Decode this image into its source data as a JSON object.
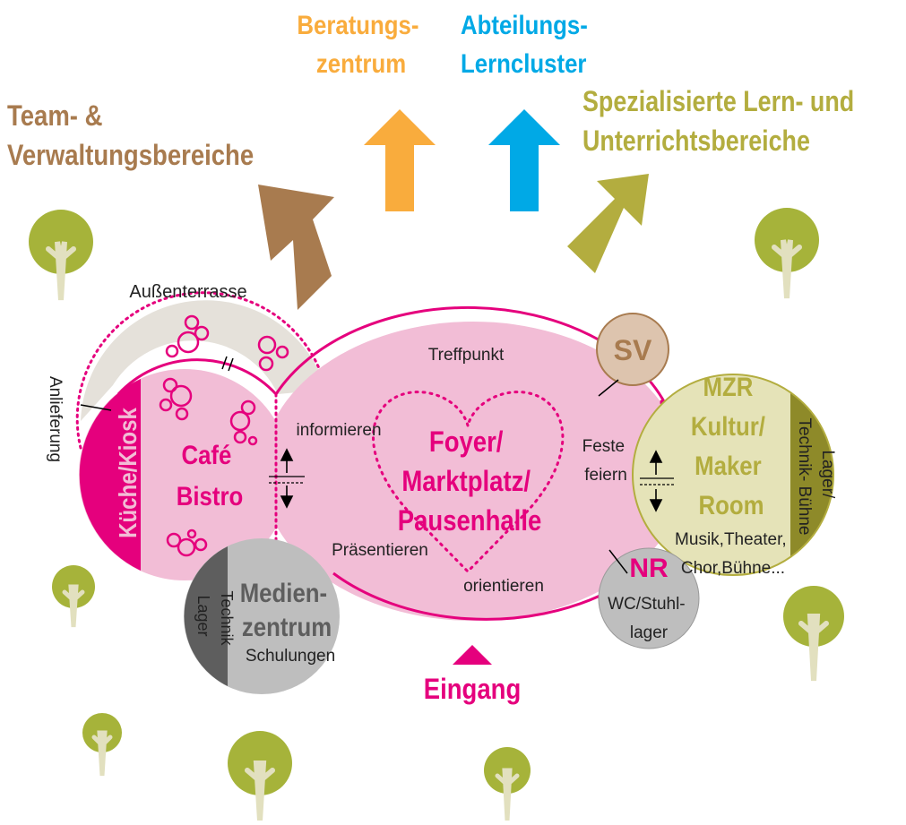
{
  "colors": {
    "brown": "#A87B4F",
    "orange": "#F9AC3D",
    "blue": "#00A9E6",
    "olive": "#B3AD3F",
    "magenta": "#E5007D",
    "pink_fill": "#F2BDD6",
    "beige": "#E5E1DA",
    "grey": "#BEBEBE",
    "dark_grey": "#5E5E5E",
    "sv_fill": "#DDC4AE",
    "mzr_fill": "#E5E3B8",
    "lager_olive": "#8E8A29",
    "tree_green": "#A6B33A",
    "tree_trunk": "#E2E0BF"
  },
  "directions": {
    "team": [
      "Team- &",
      "Verwaltungsbereiche"
    ],
    "beratung": [
      "Beratungs-",
      "zentrum"
    ],
    "abteilung": [
      "Abteilungs-",
      "Lerncluster"
    ],
    "spezial": [
      "Spezialisierte Lern- und",
      "Unterrichtsbereiche"
    ]
  },
  "zones": {
    "aussenterrasse": "Außenterrasse",
    "anlieferung": "Anlieferung",
    "kueche": "Küche/Kiosk",
    "cafe": [
      "Café",
      "Bistro"
    ],
    "treffpunkt": "Treffpunkt",
    "informieren": "informieren",
    "foyer": [
      "Foyer/",
      "Marktplatz/",
      "Pausenhalle"
    ],
    "praesentieren": "Präsentieren",
    "orientieren": "orientieren",
    "feste": [
      "Feste",
      "feiern"
    ],
    "sv": "SV",
    "mzr": [
      "MZR",
      "Kultur/",
      "Maker",
      "Room"
    ],
    "mzr_sub": [
      "Musik,Theater,",
      "Chor,Bühne..."
    ],
    "lager_buehne": [
      "Lager/",
      "Technik- Bühne"
    ],
    "nr": "NR",
    "wc": [
      "WC/Stuhl-",
      "lager"
    ],
    "medien": [
      "Medien-",
      "zentrum"
    ],
    "schulungen": "Schulungen",
    "lager_technik": [
      "Lager",
      "Technik"
    ],
    "eingang": "Eingang"
  }
}
